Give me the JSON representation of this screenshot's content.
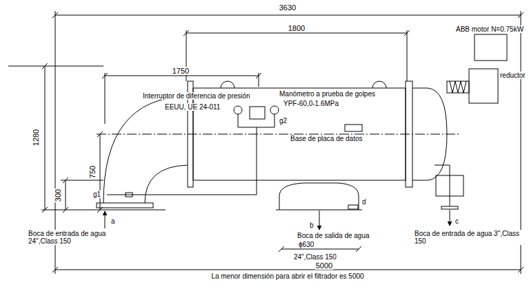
{
  "diagram": {
    "caption": "La menor dimensión para abrir el filtrador es 5000",
    "labels": [
      "3630",
      "1800",
      "1750",
      "1280",
      "750",
      "300",
      "Interruptor de diferencia de presión",
      "EEUU, UE 24-011",
      "Manómetro a prueba de golpes",
      "YPF-60,0-1.6MPa",
      "g2",
      "Base de placa de datos",
      "ABB motor N=0.75kW",
      "reductor",
      "g1",
      "a",
      "Boca de entrada de agua 24\",Class 150",
      "d",
      "b",
      "Boca de salida de agua",
      "ϕ630",
      "24\",Class 150",
      "c",
      "Boca de entrada de agua 3\",Class 150",
      "5000"
    ]
  }
}
